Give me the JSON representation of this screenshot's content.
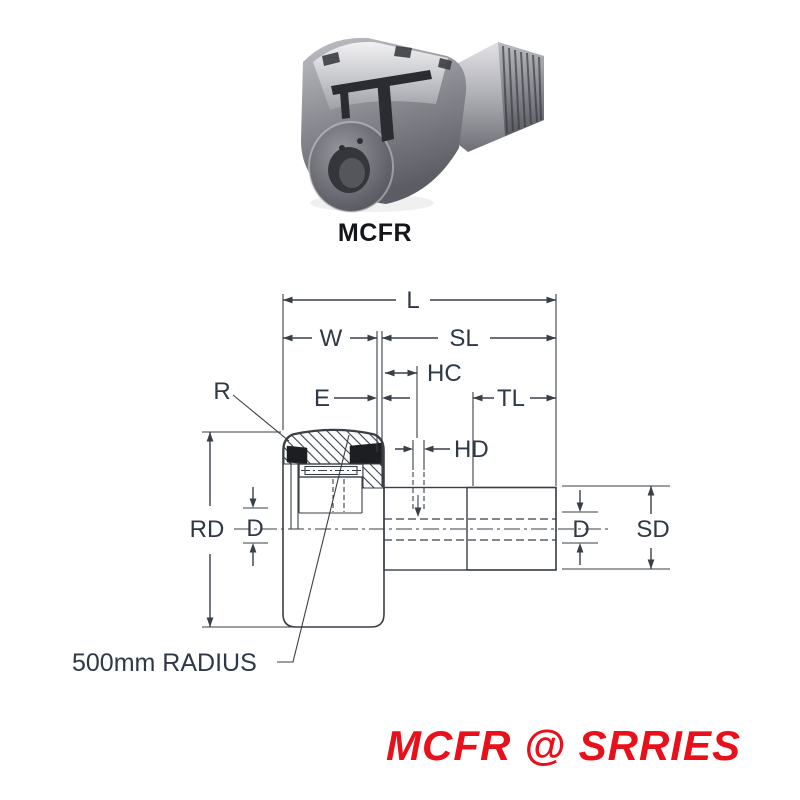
{
  "page": {
    "background": "#ffffff"
  },
  "product": {
    "caption": "MCFR",
    "description": "stud-type cam follower cutaway render"
  },
  "drawing": {
    "labels": {
      "L": "L",
      "W": "W",
      "SL": "SL",
      "HC": "HC",
      "E": "E",
      "TL": "TL",
      "HD": "HD",
      "R": "R",
      "RD": "RD",
      "D_left": "D",
      "D_right": "D",
      "SD": "SD"
    },
    "radius_note": "500mm RADIUS",
    "line_color": "#3a3f46",
    "label_color": "#2f3845",
    "seal_color": "#1d1e22"
  },
  "footer": {
    "text": "MCFR @ SRRIES",
    "color": "#e8101a"
  }
}
